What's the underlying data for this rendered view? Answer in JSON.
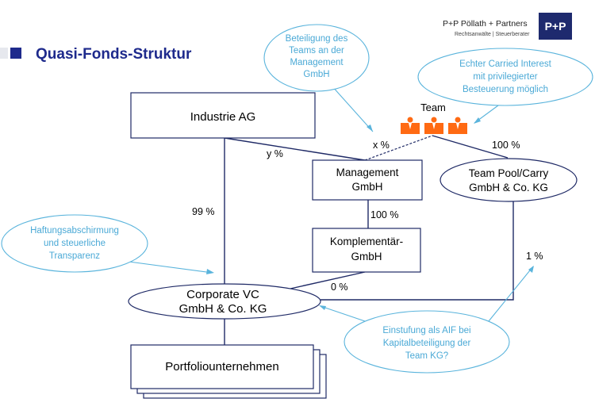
{
  "header": {
    "title": "Quasi-Fonds-Struktur",
    "logo_text": "P+P",
    "firm_name": "P+P Pöllath + Partners",
    "firm_subtitle": "Rechtsanwälte | Steuerberater"
  },
  "colors": {
    "title": "#1e2a8c",
    "box_stroke": "#1f2a66",
    "callout": "#5ab4dc",
    "callout_text": "#4aa9d6",
    "team_icon": "#ff6a13",
    "logo_bg": "#1e2a6e"
  },
  "nodes": {
    "industrie": "Industrie AG",
    "management_l1": "Management",
    "management_l2": "GmbH",
    "komplementaer_l1": "Komplementär-",
    "komplementaer_l2": "GmbH",
    "teampool_l1": "Team Pool/Carry",
    "teampool_l2": "GmbH & Co. KG",
    "corporate_l1": "Corporate VC",
    "corporate_l2": "GmbH & Co. KG",
    "portfolio": "Portfoliounternehmen",
    "team_label": "Team"
  },
  "edges": {
    "industrie_management": "y %",
    "team_management": "x %",
    "team_teampool": "100 %",
    "industrie_corporate": "99 %",
    "management_komplementaer": "100 %",
    "komplementaer_corporate": "0 %",
    "teampool_corporate": "1 %"
  },
  "callouts": {
    "beteiligung": [
      "Beteiligung des",
      "Teams an der",
      "Management",
      "GmbH"
    ],
    "carried": [
      "Echter Carried Interest",
      "mit privilegierter",
      "Besteuerung möglich"
    ],
    "haftung": [
      "Haftungsabschirmung",
      "und steuerliche",
      "Transparenz"
    ],
    "einstufung": [
      "Einstufung als AIF bei",
      "Kapitalbeteiligung der",
      "Team KG?"
    ]
  }
}
